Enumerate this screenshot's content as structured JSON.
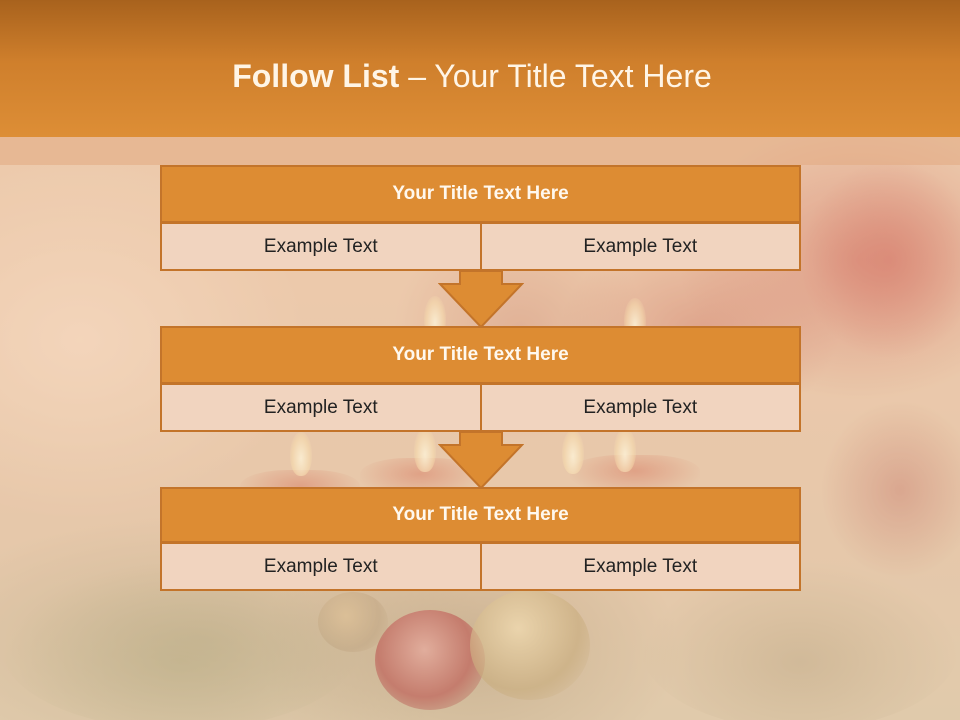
{
  "slide": {
    "title_bold": "Follow List",
    "title_rest": " – Your Title Text Here"
  },
  "blocks": [
    {
      "title": "Your Title Text Here",
      "cells": [
        "Example Text",
        "Example Text"
      ]
    },
    {
      "title": "Your Title Text Here",
      "cells": [
        "Example Text",
        "Example Text"
      ]
    },
    {
      "title": "Your Title Text Here",
      "cells": [
        "Example Text",
        "Example Text"
      ]
    }
  ],
  "colors": {
    "header": "#dd8e36",
    "block_title_fill": "#dd8c33",
    "block_border": "#c3742a",
    "cell_fill": "#f1d4bf",
    "arrow_fill": "#dd8c33"
  }
}
